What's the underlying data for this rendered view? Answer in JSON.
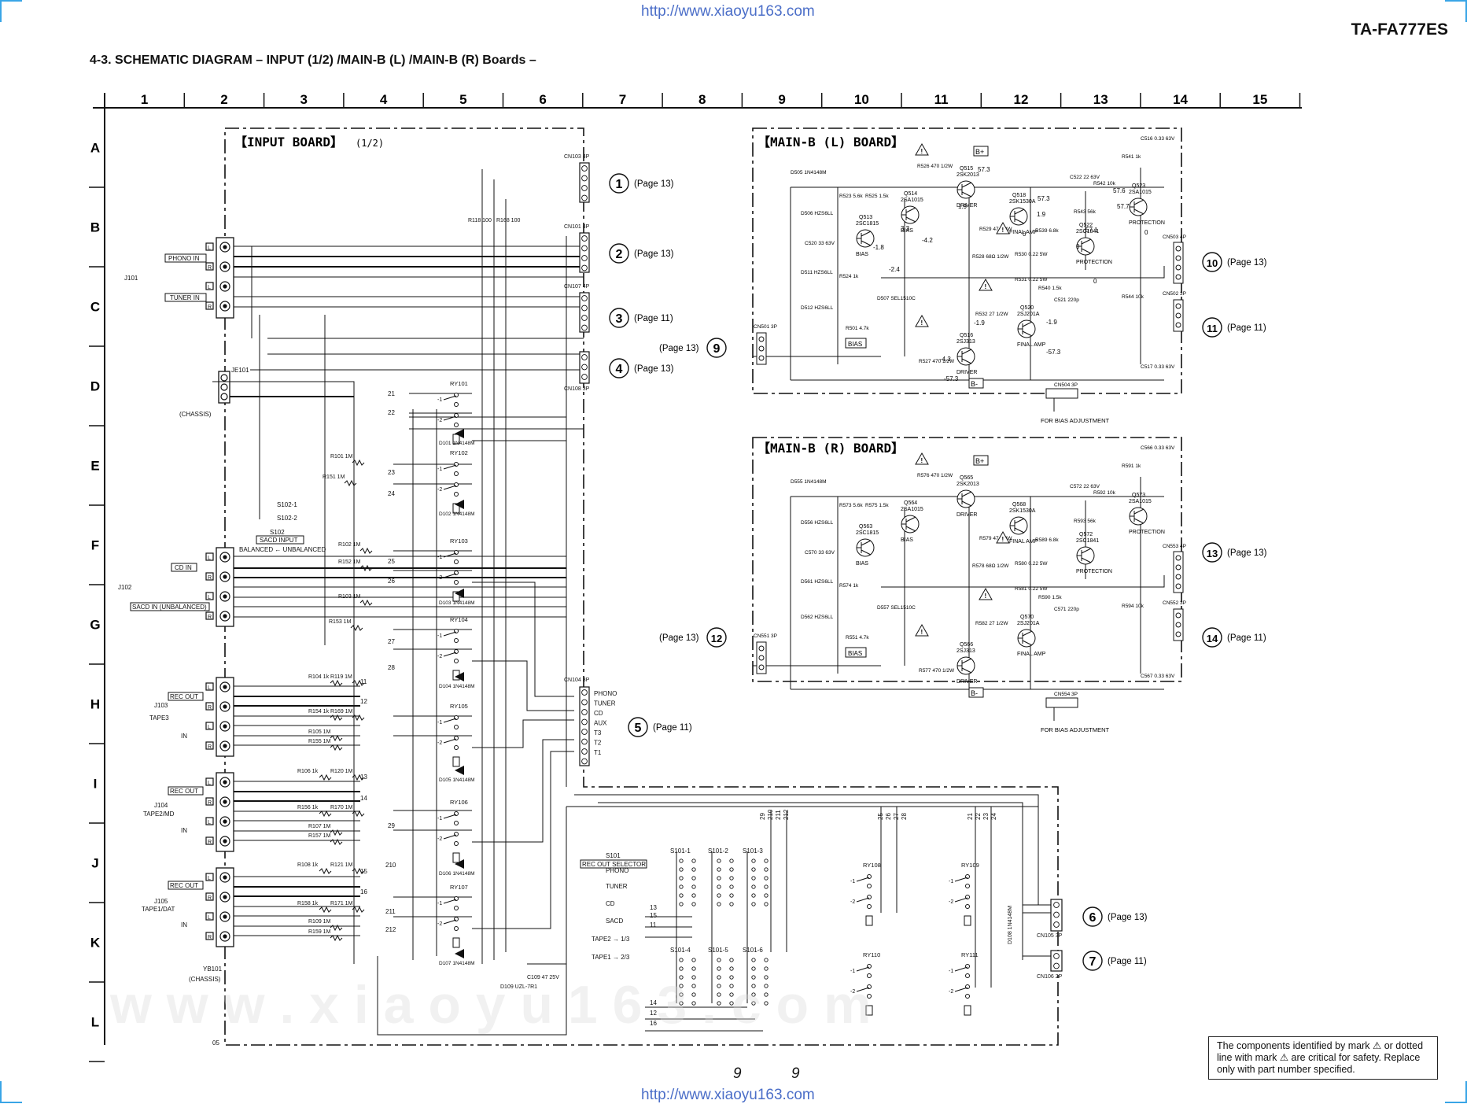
{
  "header": {
    "url": "http://www.xiaoyu163.com",
    "model": "TA-FA777ES",
    "diagram_title": "4-3.   SCHEMATIC  DIAGRAM  – INPUT (1/2) /MAIN-B (L) /MAIN-B (R) Boards –"
  },
  "grid": {
    "columns": [
      "1",
      "2",
      "3",
      "4",
      "5",
      "6",
      "7",
      "8",
      "9",
      "10",
      "11",
      "12",
      "13",
      "14",
      "15"
    ],
    "rows": [
      "A",
      "B",
      "C",
      "D",
      "E",
      "F",
      "G",
      "H",
      "I",
      "J",
      "K",
      "L"
    ]
  },
  "input_board": {
    "title": "【INPUT BOARD】",
    "part": "(1/2)",
    "jacks": {
      "j101": "J101",
      "phono_in": "PHONO IN",
      "tuner_in": "TUNER IN",
      "je101": "JE101",
      "chassis": "(CHASSIS)",
      "j102": "J102",
      "cd_in": "CD IN",
      "sacd_in": "SACD IN (UNBALANCED)",
      "j103": "J103",
      "tape3": "TAPE3",
      "j104": "J104",
      "tape2": "TAPE2/MD",
      "j105": "J105",
      "tape1": "TAPE1/DAT",
      "rec_out": "REC OUT",
      "in": "IN",
      "l": "L",
      "r": "R",
      "yb101": "YB101"
    },
    "s102": {
      "label": "S102",
      "name": "SACD INPUT",
      "pos1": "S102-1",
      "pos2": "S102-2",
      "mode": "BALANCED ← UNBALANCED"
    },
    "s101": {
      "label": "S101",
      "name": "REC OUT SELECTOR",
      "options": [
        "PHONO",
        "TUNER",
        "CD",
        "SACD",
        "TAPE2 → 1/3",
        "TAPE1 → 2/3"
      ],
      "sections": [
        "S101-1",
        "S101-2",
        "S101-3",
        "S101-4",
        "S101-5",
        "S101-6"
      ]
    },
    "relays": [
      "RY101",
      "RY102",
      "RY103",
      "RY104",
      "RY105",
      "RY106",
      "RY107",
      "RY108",
      "RY109",
      "RY110",
      "RY111"
    ],
    "diodes": [
      "D101 1N4148M",
      "D102 1N4148M",
      "D103 1N4148M",
      "D104 1N4148M",
      "D105 1N4148M",
      "D106 1N4148M",
      "D107 1N4148M"
    ],
    "d108": "D108 1N4148M",
    "d109": "D109 UZL-7R1",
    "c109": "C109 47 25V",
    "resistors": {
      "r101": "R101 1M",
      "r151": "R151 1M",
      "r102": "R102 1M",
      "r152": "R152 1M",
      "r103": "R103 1M",
      "r153": "R153 1M",
      "r104": "R104 1k",
      "r119": "R119 1M",
      "r154": "R154 1k",
      "r169": "R169 1M",
      "r105": "R105 1M",
      "r155": "R155 1M",
      "r106": "R106 1k",
      "r120": "R120 1M",
      "r156": "R156 1k",
      "r170": "R170 1M",
      "r107": "R107 1M",
      "r157": "R157 1M",
      "r108": "R108 1k",
      "r121": "R121 1M",
      "r158": "R158 1k",
      "r171": "R171 1M",
      "r109": "R109 1M",
      "r159": "R159 1M",
      "r118": "R118 100",
      "r168": "R168 100"
    },
    "connectors": {
      "cn103": "CN103 4P",
      "cn101": "CN101 4P",
      "cn107": "CN107 4P",
      "cn108": "CN108 3P",
      "cn104": "CN104 8P",
      "cn105": "CN105 3P",
      "cn106": "CN106 2P"
    },
    "cn104_pins": [
      "PHONO",
      "TUNER",
      "CD",
      "AUX",
      "T3",
      "T2",
      "T1"
    ],
    "nets_left": [
      "21",
      "22",
      "23",
      "24",
      "25",
      "26",
      "27",
      "28",
      "29",
      "210",
      "211",
      "212"
    ],
    "nets_bottom": [
      "11",
      "12",
      "13",
      "14",
      "15",
      "16"
    ],
    "nets_top": [
      "29",
      "210",
      "211",
      "212",
      "25",
      "26",
      "27",
      "28",
      "21",
      "22",
      "23",
      "24"
    ],
    "board_id": "05"
  },
  "main_b_l": {
    "title": "【MAIN-B (L) BOARD】",
    "bplus": "B+",
    "bminus": "B-",
    "transistors": [
      {
        "ref": "Q515",
        "type": "2SK2013",
        "role": "DRIVER"
      },
      {
        "ref": "Q518",
        "type": "2SK1530A",
        "role": "FINAL AMP"
      },
      {
        "ref": "Q514",
        "type": "2SA1015",
        "role": "BIAS"
      },
      {
        "ref": "Q513",
        "type": "2SC1815",
        "role": "BIAS"
      },
      {
        "ref": "Q523",
        "type": "2SA1015",
        "role": "PROTECTION"
      },
      {
        "ref": "Q522",
        "type": "2SC1841",
        "role": "PROTECTION"
      },
      {
        "ref": "Q520",
        "type": "2SJ201A",
        "role": "FINAL AMP"
      },
      {
        "ref": "Q516",
        "type": "2SJ313",
        "role": "DRIVER"
      }
    ],
    "voltages": [
      "57.3",
      "57.3",
      "57.6",
      "57.7",
      "57.1",
      "1.9",
      "1.9",
      "3.3",
      "-4.2",
      "-1.8",
      "-2.4",
      "-1.9",
      "-1.9",
      "-4.3",
      "-57.3",
      "-57.3",
      "0",
      "0",
      "0",
      "0"
    ],
    "parts": [
      "D505 1N4148M",
      "D506 HZS6LL",
      "D511 HZS6LL",
      "D512 HZS6LL",
      "C520 33 63V",
      "R523 5.6k",
      "R525 1.5k",
      "R524 1k",
      "R526 470 1/2W",
      "R529 47 1/2W",
      "R528 68Ω 1/2W",
      "R532 27 1/2W",
      "R527 470 1/2W",
      "R501 4.7k",
      "D507 SEL1510C",
      "C516 0.33 63V",
      "C517 0.33 63V",
      "C522 22 63V",
      "R542 10k",
      "R541 1k",
      "R543 56k",
      "R539 6.8k",
      "R530 0.22 5W",
      "R531 0.22 5W",
      "R540 1.5k",
      "C521 220p",
      "R544 10k"
    ],
    "bias_label": "BIAS",
    "connectors": [
      "CN501 3P",
      "CN503 4P",
      "CN502 3P",
      "CN504 3P"
    ],
    "adjust_note": "FOR BIAS ADJUSTMENT"
  },
  "main_b_r": {
    "title": "【MAIN-B (R) BOARD】",
    "bplus": "B+",
    "bminus": "B-",
    "transistors": [
      {
        "ref": "Q565",
        "type": "2SK2013",
        "role": "DRIVER"
      },
      {
        "ref": "Q568",
        "type": "2SK1530A",
        "role": "FINAL AMP"
      },
      {
        "ref": "Q564",
        "type": "2SA1015",
        "role": "BIAS"
      },
      {
        "ref": "Q563",
        "type": "2SC1815",
        "role": "BIAS"
      },
      {
        "ref": "Q573",
        "type": "2SA1015",
        "role": "PROTECTION"
      },
      {
        "ref": "Q572",
        "type": "2SC1841",
        "role": "PROTECTION"
      },
      {
        "ref": "Q570",
        "type": "2SJ201A",
        "role": "FINAL AMP"
      },
      {
        "ref": "Q566",
        "type": "2SJ313",
        "role": "DRIVER"
      }
    ],
    "parts": [
      "D555 1N4148M",
      "D556 HZS6LL",
      "D561 HZS6LL",
      "D562 HZS6LL",
      "C570 33 63V",
      "R573 5.6k",
      "R575 1.5k",
      "R574 1k",
      "R576 470 1/2W",
      "R579 47 1/2W",
      "R578 68Ω 1/2W",
      "R582 27 1/2W",
      "R577 470 1/2W",
      "R551 4.7k",
      "D557 SEL1510C",
      "C566 0.33 63V",
      "C567 0.33 63V",
      "C572 22 63V",
      "R592 10k",
      "R591 1k",
      "R593 56k",
      "R589 6.8k",
      "R580 0.22 5W",
      "R581 0.22 5W",
      "R590 1.5k",
      "C571 220p",
      "R594 10k"
    ],
    "bias_label": "BIAS",
    "connectors": [
      "CN551 3P",
      "CN553 4P",
      "CN552 3P",
      "CN554 3P"
    ],
    "adjust_note": "FOR BIAS ADJUSTMENT"
  },
  "refs": [
    {
      "num": "1",
      "page": "(Page 13)"
    },
    {
      "num": "2",
      "page": "(Page 13)"
    },
    {
      "num": "3",
      "page": "(Page 11)"
    },
    {
      "num": "4",
      "page": "(Page 13)"
    },
    {
      "num": "5",
      "page": "(Page 11)"
    },
    {
      "num": "6",
      "page": "(Page 13)"
    },
    {
      "num": "7",
      "page": "(Page 11)"
    },
    {
      "num": "9",
      "page": "(Page 13)"
    },
    {
      "num": "10",
      "page": "(Page 13)"
    },
    {
      "num": "11",
      "page": "(Page 11)"
    },
    {
      "num": "12",
      "page": "(Page 13)"
    },
    {
      "num": "13",
      "page": "(Page 13)"
    },
    {
      "num": "14",
      "page": "(Page 11)"
    }
  ],
  "footer": {
    "page_left": "9",
    "page_right": "9",
    "safety_note": "The components identified by mark ⚠ or dotted line with mark ⚠ are critical for safety. Replace only with part number specified."
  }
}
